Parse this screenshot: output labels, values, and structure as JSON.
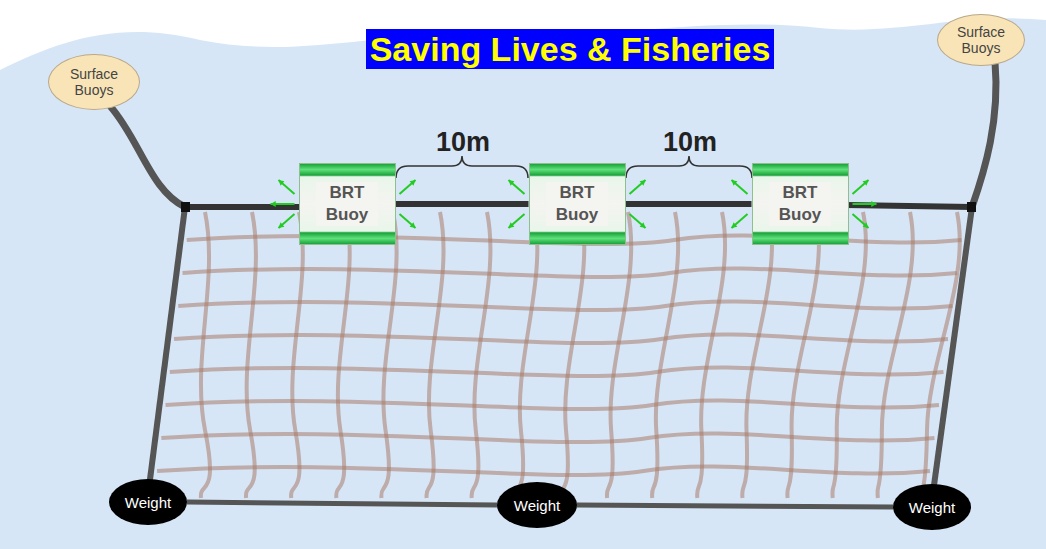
{
  "diagram": {
    "title": "Saving Lives & Fisheries",
    "nodes": [
      {
        "text": [
          "Surface Buoys"
        ]
      },
      {
        "text": [
          "Surface Buoys"
        ]
      },
      {
        "text": [
          "BRT Buoy"
        ]
      },
      {
        "text": [
          "BRT Buoy"
        ]
      },
      {
        "text": [
          "BRT Buoy"
        ]
      },
      {
        "text": [
          "Weight"
        ]
      },
      {
        "text": [
          "Weight"
        ]
      },
      {
        "text": [
          "Weight"
        ]
      }
    ],
    "edges": [
      {
        "from": 2,
        "to": 3,
        "arrow": "none"
      },
      {
        "from": 3,
        "to": 4,
        "arrow": "none"
      },
      {
        "from": 5,
        "to": 6,
        "arrow": "none"
      },
      {
        "from": 6,
        "to": 7,
        "arrow": "none"
      }
    ],
    "labels": [
      "10m",
      "10m"
    ]
  }
}
